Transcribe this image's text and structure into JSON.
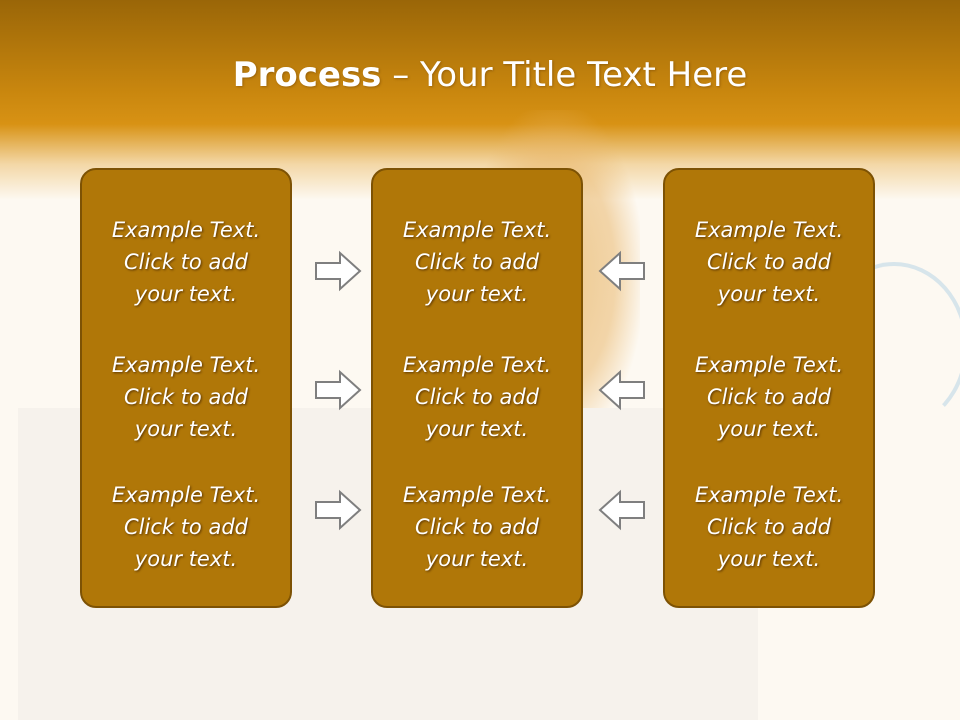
{
  "title": {
    "bold": "Process",
    "rest": " – Your Title Text Here"
  },
  "columns": [
    {
      "items": [
        "Example Text.\nClick  to add\nyour text.",
        "Example Text.\nClick  to add\nyour text.",
        "Example Text.\nClick  to add\nyour text."
      ]
    },
    {
      "items": [
        "Example Text.\nClick  to add\nyour text.",
        "Example Text.\nClick  to add\nyour text.",
        "Example Text.\nClick  to add\nyour text."
      ]
    },
    {
      "items": [
        "Example Text.\nClick  to add\nyour text.",
        "Example Text.\nClick  to add\nyour text.",
        "Example Text.\nClick  to add\nyour text."
      ]
    }
  ],
  "arrows": {
    "left_group": "arrow-right-icon",
    "right_group": "arrow-left-icon"
  },
  "colors": {
    "box_fill": "#b07708",
    "box_border": "#7d5204",
    "header": "#c8860e"
  }
}
